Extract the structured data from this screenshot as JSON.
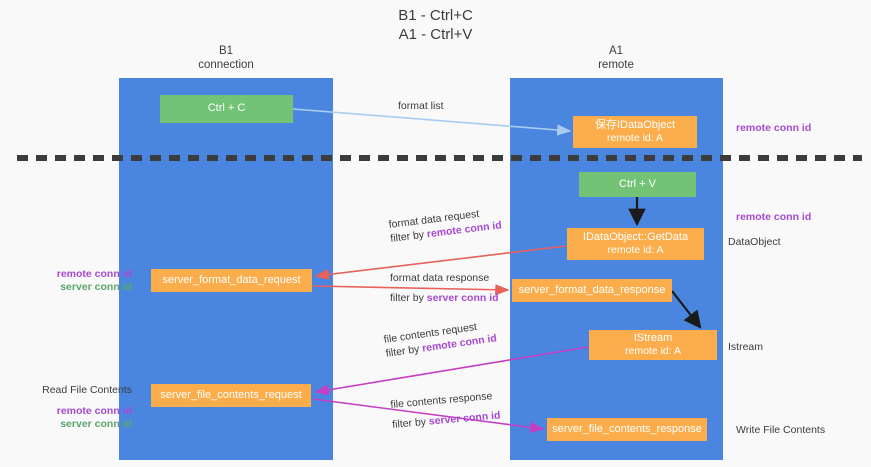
{
  "diagram": {
    "title_line1": "B1 - Ctrl+C",
    "title_line2": "A1 - Ctrl+V",
    "colors": {
      "lane": "#4a86df",
      "green_node": "#72c376",
      "orange_node": "#fbad4b",
      "purple_text": "#a64ad0",
      "green_text": "#5aa469",
      "arrow_blue": "#a8cdf0",
      "arrow_red": "#e8615a",
      "arrow_magenta": "#c43fc4",
      "arrow_black": "#1a1a1a",
      "background": "#f9f9fa"
    },
    "lanes": [
      {
        "id": "b1",
        "header_line1": "B1",
        "header_line2": "connection"
      },
      {
        "id": "a1",
        "header_line1": "A1",
        "header_line2": "remote"
      }
    ],
    "nodes": [
      {
        "id": "ctrl-c",
        "line1": "Ctrl + C",
        "line2": ""
      },
      {
        "id": "dataobject-save",
        "line1": "保存IDataObject",
        "line2": "remote id: A"
      },
      {
        "id": "ctrl-v",
        "line1": "Ctrl + V",
        "line2": ""
      },
      {
        "id": "getdata",
        "line1": "IDataObject::GetData",
        "line2": "remote id: A"
      },
      {
        "id": "server-format-data-request",
        "line1": "server_format_data_request",
        "line2": ""
      },
      {
        "id": "server-format-data-response",
        "line1": "server_format_data_response",
        "line2": ""
      },
      {
        "id": "istream",
        "line1": "IStream",
        "line2": "remote id: A"
      },
      {
        "id": "server-file-contents-request",
        "line1": "server_file_contents_request",
        "line2": ""
      },
      {
        "id": "server-file-contents-response",
        "line1": "server_file_contents_response",
        "line2": ""
      }
    ],
    "edge_labels": {
      "format_list": "format list",
      "format_data_request": "format data request",
      "format_data_request_filter_prefix": "filter by ",
      "format_data_request_filter_key": "remote conn id",
      "format_data_response": "format data response",
      "format_data_response_filter_prefix": "filter by ",
      "format_data_response_filter_key": "server conn id",
      "file_contents_request": "file contents request",
      "file_contents_request_filter_prefix": "filter by ",
      "file_contents_request_filter_key": "remote conn id",
      "file_contents_response": "file contents response",
      "file_contents_response_filter_prefix": "filter by ",
      "file_contents_response_filter_key": "server conn id"
    },
    "annotations": {
      "right_remote_conn_id_top": "remote conn id",
      "right_remote_conn_id_mid": "remote conn id",
      "right_dataobject": "DataObject",
      "right_istream": "Istream",
      "right_write_file_contents": "Write File Contents",
      "left_remote_conn_id_mid": "remote conn id",
      "left_server_conn_id_mid": "server conn id",
      "left_read_file_contents": "Read File Contents",
      "left_remote_conn_id_bottom": "remote conn id",
      "left_server_conn_id_bottom": "server conn id"
    }
  }
}
